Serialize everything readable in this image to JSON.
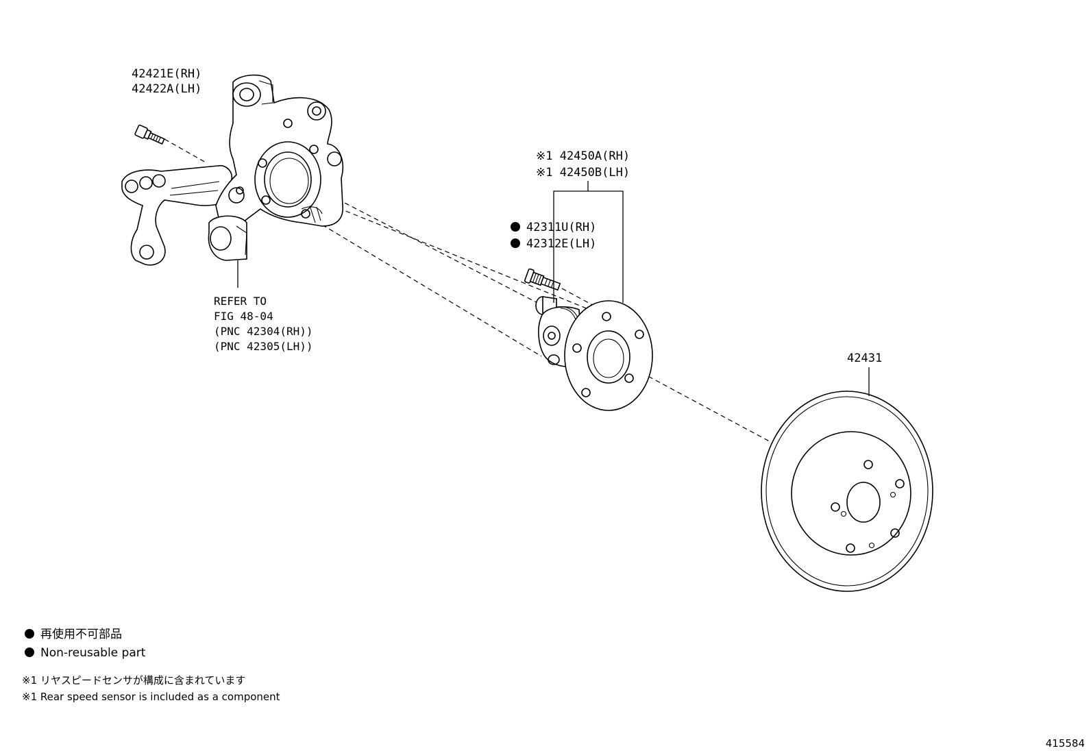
{
  "callouts": {
    "knuckle_bolt": {
      "line1": "42421E(RH)",
      "line2": "42422A(LH)"
    },
    "hub_bearing": {
      "line1": "※1 42450A(RH)",
      "line2": "※1 42450B(LH)"
    },
    "hub_bolt": {
      "line1": "42311U(RH)",
      "line2": "42312E(LH)"
    },
    "disc": {
      "line1": "42431"
    },
    "knuckle_ref": {
      "line1": "REFER TO",
      "line2": "FIG 48-04",
      "line3": "(PNC 42304(RH))",
      "line4": "(PNC 42305(LH))"
    }
  },
  "legend": {
    "non_reusable_jp": "再使用不可部品",
    "non_reusable_en": "Non-reusable part",
    "note_jp": "※1 リヤスピードセンサが構成に含まれています",
    "note_en": "※1 Rear speed sensor is included as a component"
  },
  "figure_id": "415584",
  "icons": {
    "non_reusable_marker": "filled-circle-icon"
  }
}
